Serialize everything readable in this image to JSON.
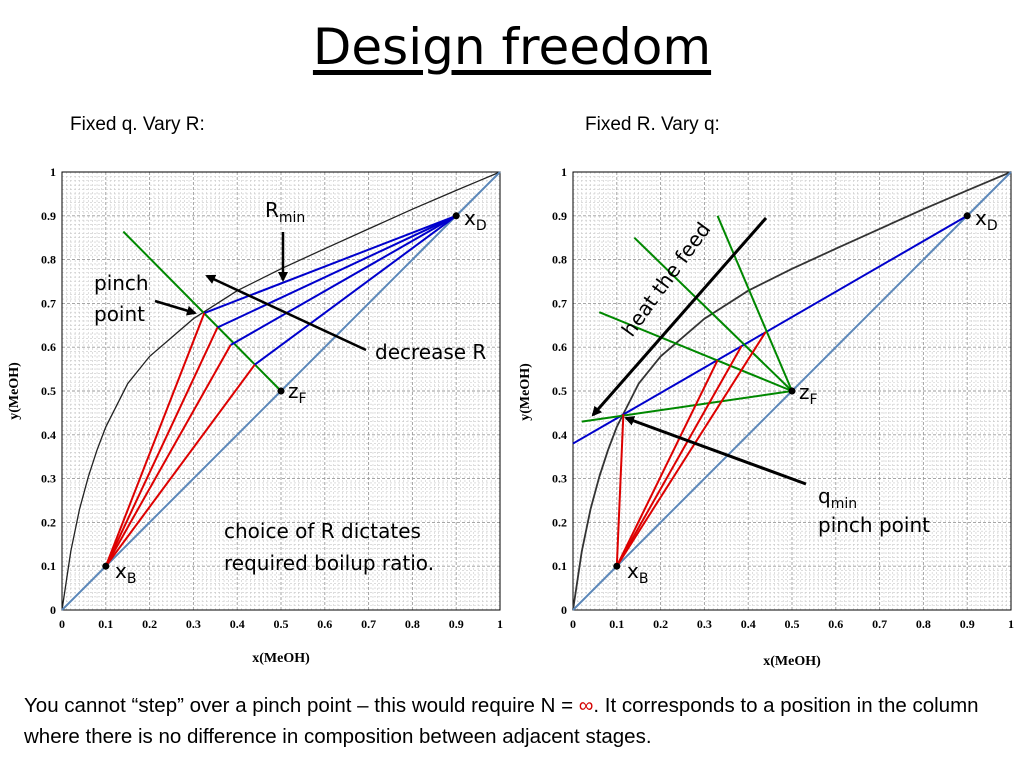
{
  "title": "Design freedom",
  "subtitles": {
    "left": "Fixed q. Vary R:",
    "right": "Fixed R. Vary q:"
  },
  "axes": {
    "xlabel": "x(MeOH)",
    "ylabel": "y(MeOH)",
    "xlim": [
      0,
      1
    ],
    "ylim": [
      0,
      1
    ],
    "ticks": [
      "0",
      "0.1",
      "0.2",
      "0.3",
      "0.4",
      "0.5",
      "0.6",
      "0.7",
      "0.8",
      "0.9",
      "1"
    ]
  },
  "equilibrium_curve": [
    [
      0,
      0
    ],
    [
      0.02,
      0.134
    ],
    [
      0.04,
      0.23
    ],
    [
      0.06,
      0.304
    ],
    [
      0.08,
      0.365
    ],
    [
      0.1,
      0.418
    ],
    [
      0.15,
      0.517
    ],
    [
      0.2,
      0.579
    ],
    [
      0.3,
      0.665
    ],
    [
      0.4,
      0.729
    ],
    [
      0.5,
      0.779
    ],
    [
      0.6,
      0.825
    ],
    [
      0.7,
      0.87
    ],
    [
      0.8,
      0.915
    ],
    [
      0.9,
      0.958
    ],
    [
      0.95,
      0.979
    ],
    [
      1,
      1
    ]
  ],
  "colors": {
    "equilibrium": "#222222",
    "diagonal": "#5b87b9",
    "rectifying": "#0000cc",
    "stripping": "#dd0000",
    "qline": "#008800",
    "arrow": "#000000",
    "infinity": "#d40000"
  },
  "left_chart": {
    "points": {
      "xD": [
        0.9,
        0.9
      ],
      "zF": [
        0.5,
        0.5
      ],
      "xB": [
        0.1,
        0.1
      ]
    },
    "point_labels": {
      "xD_main": "x",
      "xD_sub": "D",
      "zF_main": "z",
      "zF_sub": "F",
      "xB_main": "x",
      "xB_sub": "B"
    },
    "qline": [
      [
        0.14,
        0.864
      ],
      [
        0.5,
        0.5
      ]
    ],
    "intersections": [
      [
        0.325,
        0.678
      ],
      [
        0.355,
        0.645
      ],
      [
        0.385,
        0.605
      ],
      [
        0.44,
        0.56
      ]
    ],
    "annotations": {
      "rmin_main": "R",
      "rmin_sub": "min",
      "pinch_line1": "pinch",
      "pinch_line2": "point",
      "decrease_r": "decrease R",
      "choice_line1": "choice of R dictates",
      "choice_line2": "required boilup ratio."
    }
  },
  "right_chart": {
    "points": {
      "xD": [
        0.9,
        0.9
      ],
      "zF": [
        0.5,
        0.5
      ],
      "xB": [
        0.1,
        0.1
      ]
    },
    "point_labels": {
      "xD_main": "x",
      "xD_sub": "D",
      "zF_main": "z",
      "zF_sub": "F",
      "xB_main": "x",
      "xB_sub": "B"
    },
    "rectifying_line": [
      [
        0.0,
        0.38
      ],
      [
        0.9,
        0.9
      ]
    ],
    "qlines": [
      [
        [
          0.02,
          0.43
        ],
        [
          0.5,
          0.5
        ]
      ],
      [
        [
          0.06,
          0.68
        ],
        [
          0.5,
          0.5
        ]
      ],
      [
        [
          0.14,
          0.85
        ],
        [
          0.5,
          0.5
        ]
      ],
      [
        [
          0.33,
          0.9
        ],
        [
          0.5,
          0.5
        ]
      ]
    ],
    "intersections": [
      [
        0.115,
        0.447
      ],
      [
        0.33,
        0.57
      ],
      [
        0.385,
        0.603
      ],
      [
        0.44,
        0.635
      ]
    ],
    "annotations": {
      "heat_feed": "heat the feed",
      "qmin_main": "q",
      "qmin_sub": "min",
      "pinch_point": "pinch point"
    }
  },
  "footer": {
    "part1": "You cannot “step” over a pinch point – this would require N = ",
    "infinity": "∞",
    "part2": ". It corresponds to a position in the column where there is no difference in composition between adjacent stages."
  }
}
